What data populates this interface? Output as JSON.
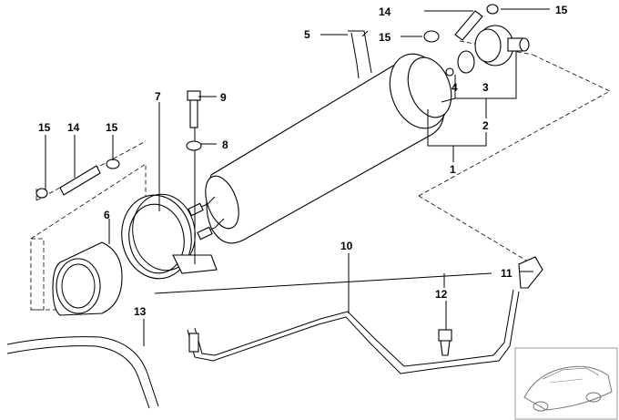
{
  "part_labels": [
    {
      "id": "p1",
      "text": "1"
    },
    {
      "id": "p2",
      "text": "2"
    },
    {
      "id": "p3",
      "text": "3"
    },
    {
      "id": "p4",
      "text": "4"
    },
    {
      "id": "p5",
      "text": "5"
    },
    {
      "id": "p6",
      "text": "6"
    },
    {
      "id": "p7",
      "text": "7"
    },
    {
      "id": "p8",
      "text": "8"
    },
    {
      "id": "p9",
      "text": "9"
    },
    {
      "id": "p10",
      "text": "10"
    },
    {
      "id": "p11",
      "text": "11"
    },
    {
      "id": "p12",
      "text": "12"
    },
    {
      "id": "p13",
      "text": "13"
    },
    {
      "id": "p14a",
      "text": "14"
    },
    {
      "id": "p14b",
      "text": "14"
    },
    {
      "id": "p15a",
      "text": "15"
    },
    {
      "id": "p15b",
      "text": "15"
    },
    {
      "id": "p15c",
      "text": "15"
    },
    {
      "id": "p15d",
      "text": "15"
    }
  ],
  "colors": {
    "line": "#000000",
    "fill": "#ffffff",
    "shade": "#d9d9d9"
  }
}
